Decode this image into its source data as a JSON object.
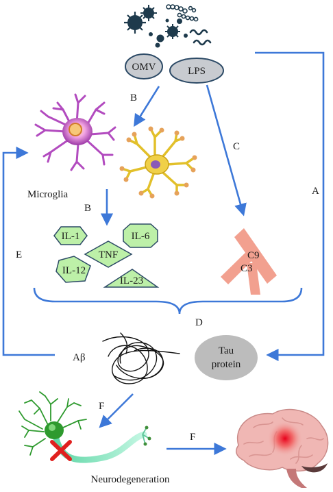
{
  "colors": {
    "arrow": "#3d78d8",
    "bacteria": "#1e3a4c",
    "pill_fill": "#c8cbd0",
    "pill_stroke": "#2c4a66",
    "microglia": "#b24bbf",
    "astrocyte": "#e2c02a",
    "cytokine_fill": "#bdf0a8",
    "cytokine_stroke": "#2c4a66",
    "complement": "#f2a08f",
    "tau_fill": "#bcbcbc",
    "neuron": "#2e9a2e",
    "axon": "#9ff0cf",
    "cross": "#e0201e",
    "brain": "#f0b7b4"
  },
  "labels": {
    "omv": "OMV",
    "lps": "LPS",
    "path_a": "A",
    "path_b_top": "B",
    "path_b_mid": "B",
    "path_c": "C",
    "path_d": "D",
    "path_e": "E",
    "path_f_left": "F",
    "path_f_right": "F",
    "microglia": "Microglia",
    "cytokines": {
      "il1": "IL-1",
      "il6": "IL-6",
      "tnf": "TNF",
      "il12": "IL-12",
      "il23": "IL-23"
    },
    "complement_c9": "C9",
    "complement_c3": "C3",
    "abeta": "Aβ",
    "tau_line1": "Tau",
    "tau_line2": "protein",
    "neurodegeneration": "Neurodegeneration"
  },
  "icons": {
    "bacteria": "bacteria-cluster-icon",
    "microglia": "microglia-cell-icon",
    "astrocyte": "astrocyte-cell-icon",
    "amyloid": "amyloid-fibril-tangle-icon",
    "neuron": "damaged-neuron-icon",
    "brain": "brain-icon"
  }
}
